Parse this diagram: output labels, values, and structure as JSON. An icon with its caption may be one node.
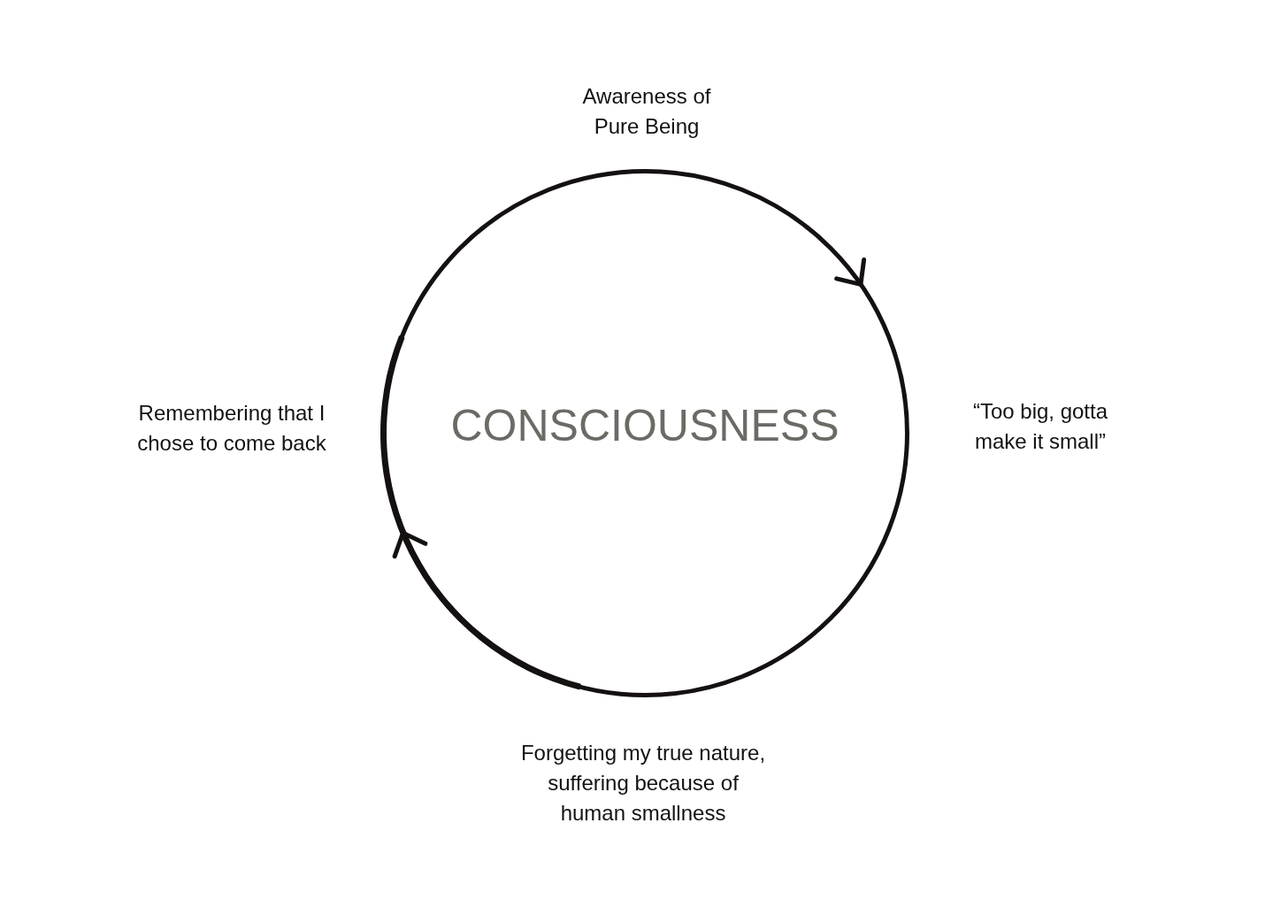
{
  "diagram": {
    "nodes": [
      {
        "text": [
          "CONSCIOUSNESS"
        ]
      }
    ],
    "labels": [
      "Awareness of Pure Being",
      "Remembering that I chose to come back",
      "“Too big, gotta make it small”",
      "Forgetting my true nature, suffering because of human smallness"
    ]
  }
}
